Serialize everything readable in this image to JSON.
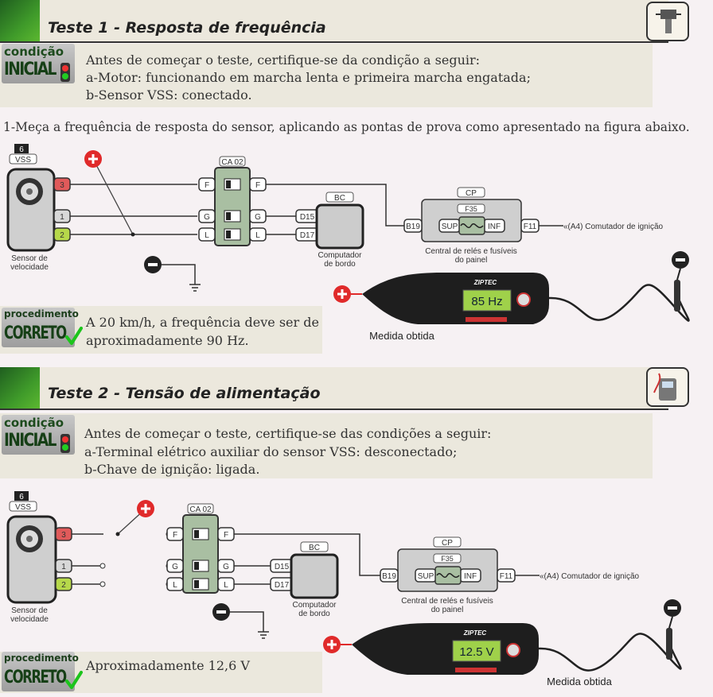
{
  "test1": {
    "title": "Teste 1 - Resposta de frequência",
    "condition_badge": {
      "top": "condição",
      "bottom": "INICIAL"
    },
    "condition_lines": [
      "Antes de começar o teste, certifique-se da condição a seguir:",
      "a-Motor: funcionando em marcha lenta e primeira marcha engatada;",
      "b-Sensor VSS: conectado."
    ],
    "instruction": "1-Meça a frequência de resposta do sensor, aplicando as pontas de prova como apresentado na figura abaixo.",
    "meter_reading": "85 Hz",
    "result_badge": {
      "top": "procedimento",
      "bottom": "CORRETO"
    },
    "result_lines": [
      "A 20 km/h, a frequência deve ser de",
      "aproximadamente 90 Hz."
    ]
  },
  "test2": {
    "title": "Teste 2 - Tensão de alimentação",
    "condition_badge": {
      "top": "condição",
      "bottom": "INICIAL"
    },
    "condition_lines": [
      "Antes de começar o teste, certifique-se das condições a seguir:",
      "a-Terminal elétrico auxiliar do sensor VSS: desconectado;",
      "b-Chave de ignição: ligada."
    ],
    "meter_reading": "12.5 V",
    "result_badge": {
      "top": "procedimento",
      "bottom": "CORRETO"
    },
    "result_lines": [
      "Aproximadamente 12,6 V"
    ]
  },
  "diagram": {
    "sensor_number": "6",
    "sensor_code": "VSS",
    "sensor_label": [
      "Sensor de",
      "velocidade"
    ],
    "pins": [
      "3",
      "1",
      "2"
    ],
    "connector": "CA 02",
    "connector_pins": [
      "F",
      "G",
      "L"
    ],
    "computer_code": "BC",
    "computer_pins": [
      "D15",
      "D17"
    ],
    "computer_label": [
      "Computador",
      "de bordo"
    ],
    "panel_code": "CP",
    "fuse": "F35",
    "fuse_in": "SUP",
    "fuse_out": "INF",
    "panel_in": "B19",
    "panel_out": "F11",
    "panel_label": [
      "Central de relés e fusíveis",
      "do painel"
    ],
    "ignition": "«(A4) Comutador de ignição",
    "meter_brand": "ZIPTEC",
    "measured_label": "Medida obtida"
  },
  "colors": {
    "accent_green": "#3f9a2a",
    "probe_red": "#e02a2a",
    "pin3": "#e05a5a",
    "pin2": "#b6d84a",
    "screen": "#9fd14a"
  }
}
